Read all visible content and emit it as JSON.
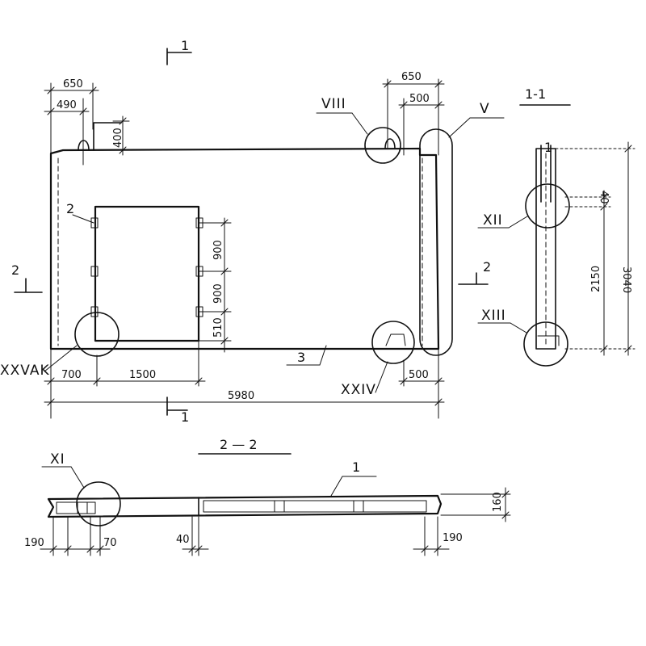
{
  "sections": {
    "section_1_mark": "1",
    "section_2_mark": "2",
    "title_1_1": "1-1",
    "title_2_2": "2 — 2"
  },
  "callouts": {
    "viii": "VIII",
    "v": "V",
    "xxvak": "XXVAK",
    "xxiv": "XXIV",
    "xii": "XII",
    "xiii": "XIII",
    "xi": "XI"
  },
  "positions": {
    "p1": "1",
    "p2": "2",
    "p3": "3"
  },
  "dimensions": {
    "d650_left": "650",
    "d490": "490",
    "d400": "400",
    "d650_right": "650",
    "d500_top": "500",
    "d900_a": "900",
    "d900_b": "900",
    "d510": "510",
    "d700": "700",
    "d1500": "1500",
    "d500_bottom": "500",
    "d5980": "5980",
    "d40_1": "40",
    "d2150": "2150",
    "d3040": "3040",
    "d160": "160",
    "d190_left": "190",
    "d70": "70",
    "d40_2": "40",
    "d190_right": "190"
  }
}
